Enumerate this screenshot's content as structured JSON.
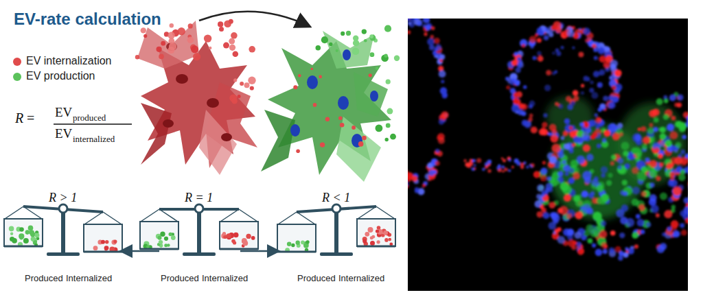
{
  "diagram": {
    "title": "EV-rate calculation",
    "labels": [
      "R",
      "=",
      "EV",
      "produced",
      "EV",
      "internalized",
      "R > 1",
      "R = 1",
      "R < 1",
      "Produced",
      "Internalized",
      "Produced",
      "Internalized",
      "Produced",
      "Internalized"
    ],
    "legend": [
      {
        "text": "EV internalization",
        "color": "#e04b4b"
      },
      {
        "text": "EV production",
        "color": "#5bc25b"
      }
    ]
  }
}
